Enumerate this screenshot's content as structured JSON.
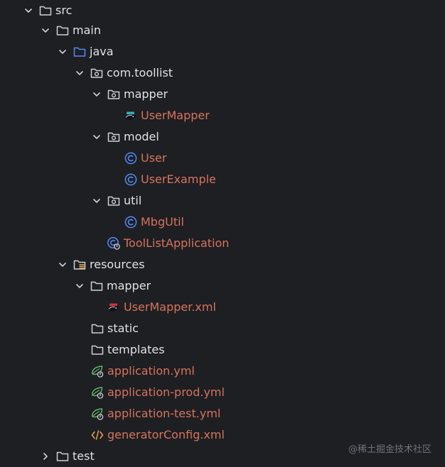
{
  "tree": {
    "nodes": [
      {
        "label": "src",
        "icon": "folder-icon",
        "expand": "expanded",
        "modified": false
      },
      {
        "label": "main",
        "icon": "folder-icon",
        "expand": "expanded",
        "modified": false
      },
      {
        "label": "java",
        "icon": "source-folder-icon",
        "expand": "expanded",
        "modified": false
      },
      {
        "label": "com.toollist",
        "icon": "package-icon",
        "expand": "expanded",
        "modified": false
      },
      {
        "label": "mapper",
        "icon": "package-icon",
        "expand": "expanded",
        "modified": false
      },
      {
        "label": "UserMapper",
        "icon": "mybatis-mapper-icon",
        "expand": "none",
        "modified": true
      },
      {
        "label": "model",
        "icon": "package-icon",
        "expand": "expanded",
        "modified": false
      },
      {
        "label": "User",
        "icon": "class-icon",
        "expand": "none",
        "modified": true
      },
      {
        "label": "UserExample",
        "icon": "class-icon",
        "expand": "none",
        "modified": true
      },
      {
        "label": "util",
        "icon": "package-icon",
        "expand": "expanded",
        "modified": false
      },
      {
        "label": "MbgUtil",
        "icon": "class-icon",
        "expand": "none",
        "modified": true
      },
      {
        "label": "ToolListApplication",
        "icon": "spring-boot-class-icon",
        "expand": "none",
        "modified": true
      },
      {
        "label": "resources",
        "icon": "resources-folder-icon",
        "expand": "expanded",
        "modified": false
      },
      {
        "label": "mapper",
        "icon": "folder-icon",
        "expand": "expanded",
        "modified": false
      },
      {
        "label": "UserMapper.xml",
        "icon": "mybatis-xml-icon",
        "expand": "none",
        "modified": true
      },
      {
        "label": "static",
        "icon": "folder-icon",
        "expand": "none",
        "modified": false
      },
      {
        "label": "templates",
        "icon": "folder-icon",
        "expand": "none",
        "modified": false
      },
      {
        "label": "application.yml",
        "icon": "spring-config-icon",
        "expand": "none",
        "modified": true
      },
      {
        "label": "application-prod.yml",
        "icon": "spring-config-icon",
        "expand": "none",
        "modified": true
      },
      {
        "label": "application-test.yml",
        "icon": "spring-config-icon",
        "expand": "none",
        "modified": true
      },
      {
        "label": "generatorConfig.xml",
        "icon": "xml-file-icon",
        "expand": "none",
        "modified": true
      },
      {
        "label": "test",
        "icon": "folder-icon",
        "expand": "collapsed",
        "modified": false
      }
    ]
  },
  "watermark": "@稀土掘金技术社区",
  "colors": {
    "background": "#1e1f22",
    "text": "#dfe1e5",
    "modified_text": "#d6735e",
    "icon_gray": "#ced0d6",
    "icon_blue": "#548af7",
    "spring_green": "#5fb865"
  }
}
